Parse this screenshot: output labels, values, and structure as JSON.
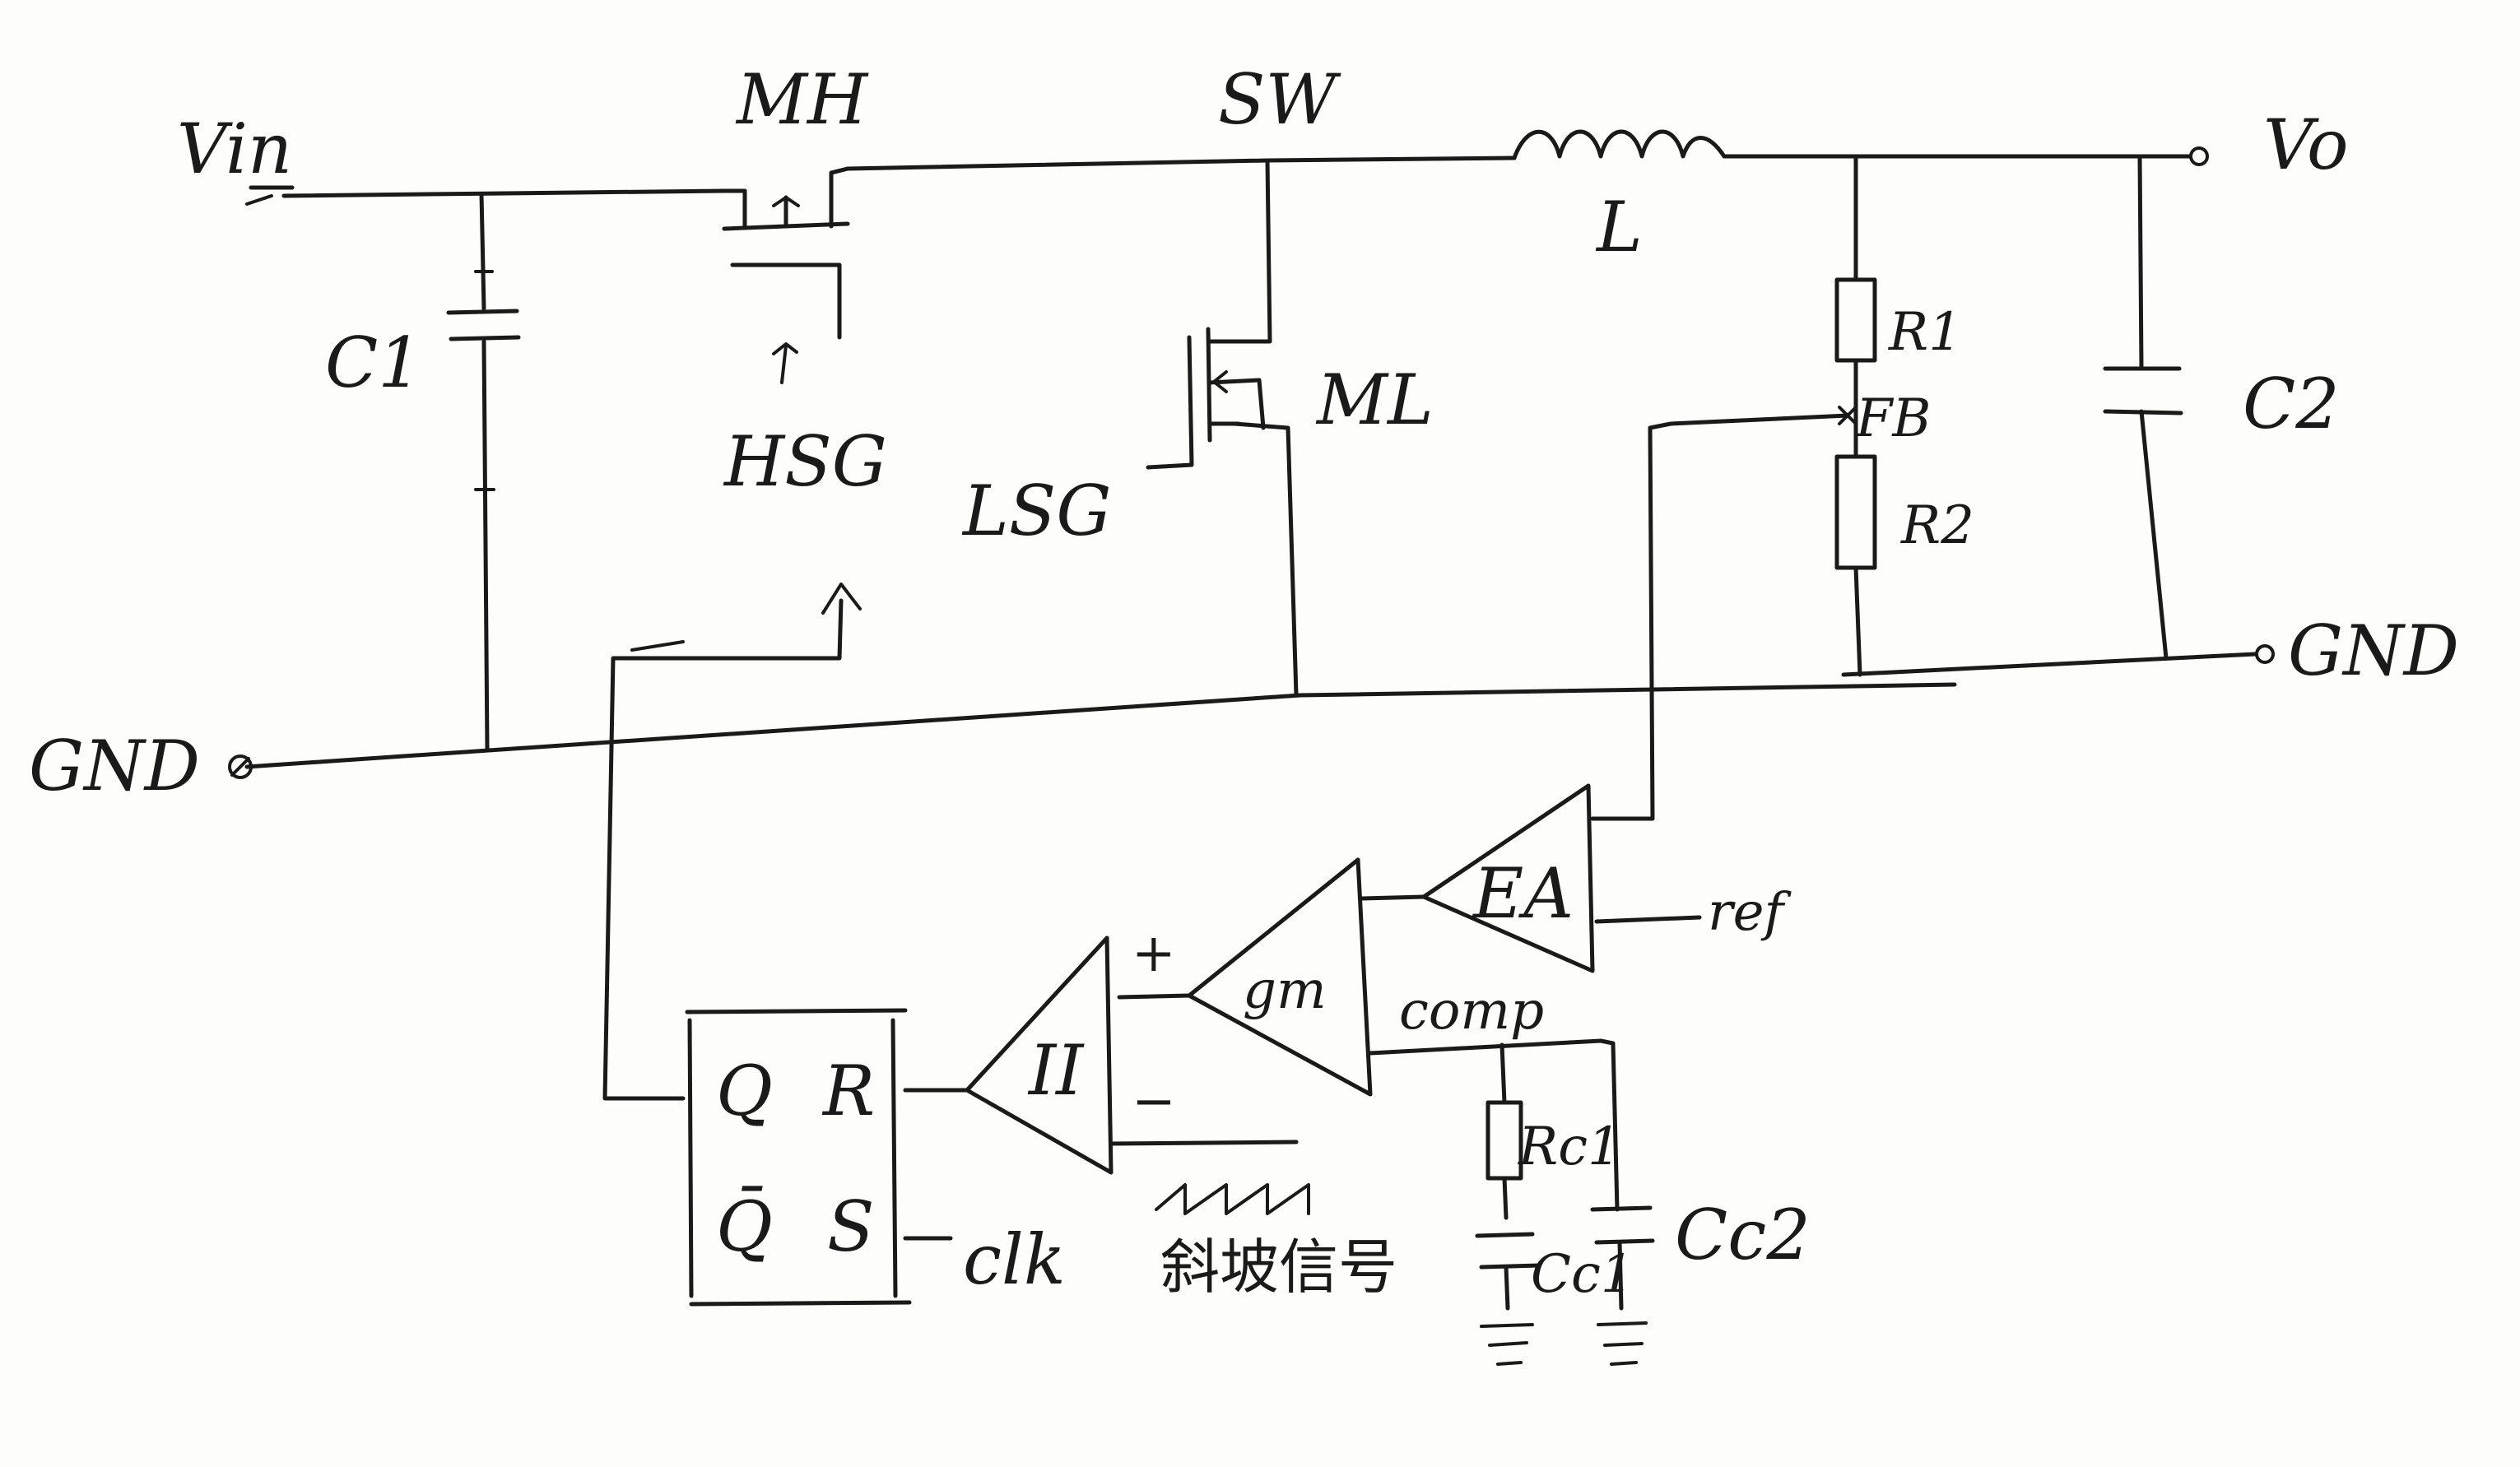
{
  "nodes": {
    "vin": "Vin",
    "sw": "SW",
    "vo": "Vo",
    "gnd_left": "GND",
    "gnd_right": "GND",
    "fb": "FB"
  },
  "components": {
    "c1": "C1",
    "c2": "C2",
    "inductor": "L",
    "mh": "MH",
    "ml": "ML",
    "r1": "R1",
    "r2": "R2",
    "rc1": "Rc1",
    "cc1": "Cc1",
    "cc2": "Cc2"
  },
  "signals": {
    "hsg": "HSG",
    "lsg": "LSG",
    "comp": "comp",
    "ref": "ref",
    "clk": "clk",
    "ramp": "斜坡信号",
    "plus": "+",
    "minus": "−"
  },
  "blocks": {
    "ea": "EA",
    "gm": "gm",
    "comparator": "II",
    "latch": {
      "q": "Q",
      "r": "R",
      "qbar": "Q̄",
      "s": "S"
    }
  }
}
